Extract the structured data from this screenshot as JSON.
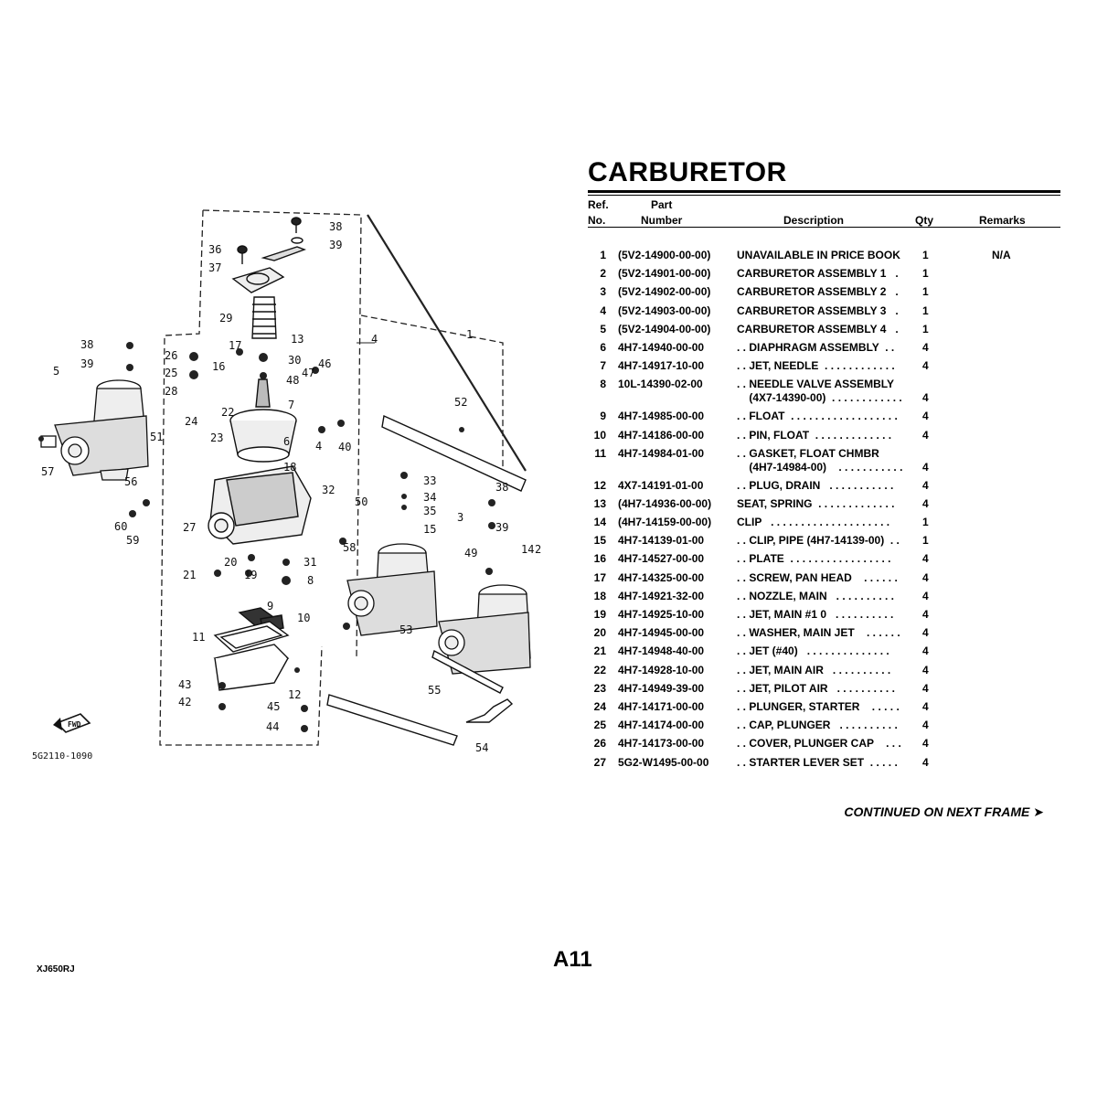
{
  "title": "CARBURETOR",
  "headers": {
    "ref_line1": "Ref.",
    "ref_line2": "No.",
    "part_line1": "Part",
    "part_line2": "Number",
    "description": "Description",
    "qty": "Qty",
    "remarks": "Remarks"
  },
  "parts": [
    {
      "ref": "1",
      "part": "(5V2-14900-00-00)",
      "desc": "UNAVAILABLE IN PRICE BOOK",
      "qty": "1",
      "remarks": "N/A"
    },
    {
      "ref": "2",
      "part": "(5V2-14901-00-00)",
      "desc": "CARBURETOR ASSEMBLY 1   .",
      "qty": "1",
      "remarks": ""
    },
    {
      "ref": "3",
      "part": "(5V2-14902-00-00)",
      "desc": "CARBURETOR ASSEMBLY 2   .",
      "qty": "1",
      "remarks": ""
    },
    {
      "ref": "4",
      "part": "(5V2-14903-00-00)",
      "desc": "CARBURETOR ASSEMBLY 3   .",
      "qty": "1",
      "remarks": ""
    },
    {
      "ref": "5",
      "part": "(5V2-14904-00-00)",
      "desc": "CARBURETOR ASSEMBLY 4   .",
      "qty": "1",
      "remarks": ""
    },
    {
      "ref": "6",
      "part": "4H7-14940-00-00",
      "desc": ". . DIAPHRAGM ASSEMBLY  . .",
      "qty": "4",
      "remarks": ""
    },
    {
      "ref": "7",
      "part": "4H7-14917-10-00",
      "desc": ". . JET, NEEDLE  . . . . . . . . . . . .",
      "qty": "4",
      "remarks": ""
    },
    {
      "ref": "8",
      "part": "10L-14390-02-00",
      "desc": ". . NEEDLE VALVE ASSEMBLY",
      "desc2": "    (4X7-14390-00)  . . . . . . . . . . . .",
      "qty": "4",
      "remarks": ""
    },
    {
      "ref": "9",
      "part": "4H7-14985-00-00",
      "desc": ". . FLOAT  . . . . . . . . . . . . . . . . . .",
      "qty": "4",
      "remarks": ""
    },
    {
      "ref": "10",
      "part": "4H7-14186-00-00",
      "desc": ". . PIN, FLOAT  . . . . . . . . . . . . .",
      "qty": "4",
      "remarks": ""
    },
    {
      "ref": "11",
      "part": "4H7-14984-01-00",
      "desc": ". . GASKET, FLOAT CHMBR",
      "desc2": "    (4H7-14984-00)    . . . . . . . . . . .",
      "qty": "4",
      "remarks": ""
    },
    {
      "ref": "12",
      "part": "4X7-14191-01-00",
      "desc": ". . PLUG, DRAIN   . . . . . . . . . . .",
      "qty": "4",
      "remarks": ""
    },
    {
      "ref": "13",
      "part": "(4H7-14936-00-00)",
      "desc": "SEAT, SPRING  . . . . . . . . . . . . .",
      "qty": "4",
      "remarks": ""
    },
    {
      "ref": "14",
      "part": "(4H7-14159-00-00)",
      "desc": "CLIP   . . . . . . . . . . . . . . . . . . . .",
      "qty": "1",
      "remarks": ""
    },
    {
      "ref": "15",
      "part": "4H7-14139-01-00",
      "desc": ". . CLIP, PIPE (4H7-14139-00)  . .",
      "qty": "1",
      "remarks": ""
    },
    {
      "ref": "16",
      "part": "4H7-14527-00-00",
      "desc": ". . PLATE  . . . . . . . . . . . . . . . . .",
      "qty": "4",
      "remarks": ""
    },
    {
      "ref": "17",
      "part": "4H7-14325-00-00",
      "desc": ". . SCREW, PAN HEAD    . . . . . .",
      "qty": "4",
      "remarks": ""
    },
    {
      "ref": "18",
      "part": "4H7-14921-32-00",
      "desc": ". . NOZZLE, MAIN   . . . . . . . . . .",
      "qty": "4",
      "remarks": ""
    },
    {
      "ref": "19",
      "part": "4H7-14925-10-00",
      "desc": ". . JET, MAIN #1 0   . . . . . . . . . .",
      "qty": "4",
      "remarks": ""
    },
    {
      "ref": "20",
      "part": "4H7-14945-00-00",
      "desc": ". . WASHER, MAIN JET    . . . . . .",
      "qty": "4",
      "remarks": ""
    },
    {
      "ref": "21",
      "part": "4H7-14948-40-00",
      "desc": ". . JET (#40)   . . . . . . . . . . . . . .",
      "qty": "4",
      "remarks": ""
    },
    {
      "ref": "22",
      "part": "4H7-14928-10-00",
      "desc": ". . JET, MAIN AIR   . . . . . . . . . .",
      "qty": "4",
      "remarks": ""
    },
    {
      "ref": "23",
      "part": "4H7-14949-39-00",
      "desc": ". . JET, PILOT AIR   . . . . . . . . . .",
      "qty": "4",
      "remarks": ""
    },
    {
      "ref": "24",
      "part": "4H7-14171-00-00",
      "desc": ". . PLUNGER, STARTER    . . . . .",
      "qty": "4",
      "remarks": ""
    },
    {
      "ref": "25",
      "part": "4H7-14174-00-00",
      "desc": ". . CAP, PLUNGER   . . . . . . . . . .",
      "qty": "4",
      "remarks": ""
    },
    {
      "ref": "26",
      "part": "4H7-14173-00-00",
      "desc": ". . COVER, PLUNGER CAP    . . .",
      "qty": "4",
      "remarks": ""
    },
    {
      "ref": "27",
      "part": "5G2-W1495-00-00",
      "desc": ". . STARTER LEVER SET  . . . . .",
      "qty": "4",
      "remarks": ""
    }
  ],
  "continued": "CONTINUED ON NEXT FRAME ➤",
  "page_code": "A11",
  "model_code": "XJ650RJ",
  "diagram": {
    "figure_code": "5G2110-1090",
    "fwd_label": "FWD",
    "callouts": [
      "38",
      "39",
      "36",
      "37",
      "29",
      "13",
      "4",
      "1",
      "5",
      "38",
      "39",
      "26",
      "25",
      "28",
      "17",
      "16",
      "30",
      "47",
      "46",
      "48",
      "7",
      "52",
      "22",
      "24",
      "23",
      "6",
      "4",
      "40",
      "57",
      "51",
      "56",
      "18",
      "33",
      "34",
      "35",
      "15",
      "3",
      "38",
      "39",
      "14",
      "2",
      "32",
      "50",
      "60",
      "59",
      "27",
      "58",
      "49",
      "20",
      "31",
      "21",
      "19",
      "8",
      "53",
      "9",
      "10",
      "11",
      "12",
      "55",
      "43",
      "42",
      "45",
      "44",
      "54"
    ]
  }
}
